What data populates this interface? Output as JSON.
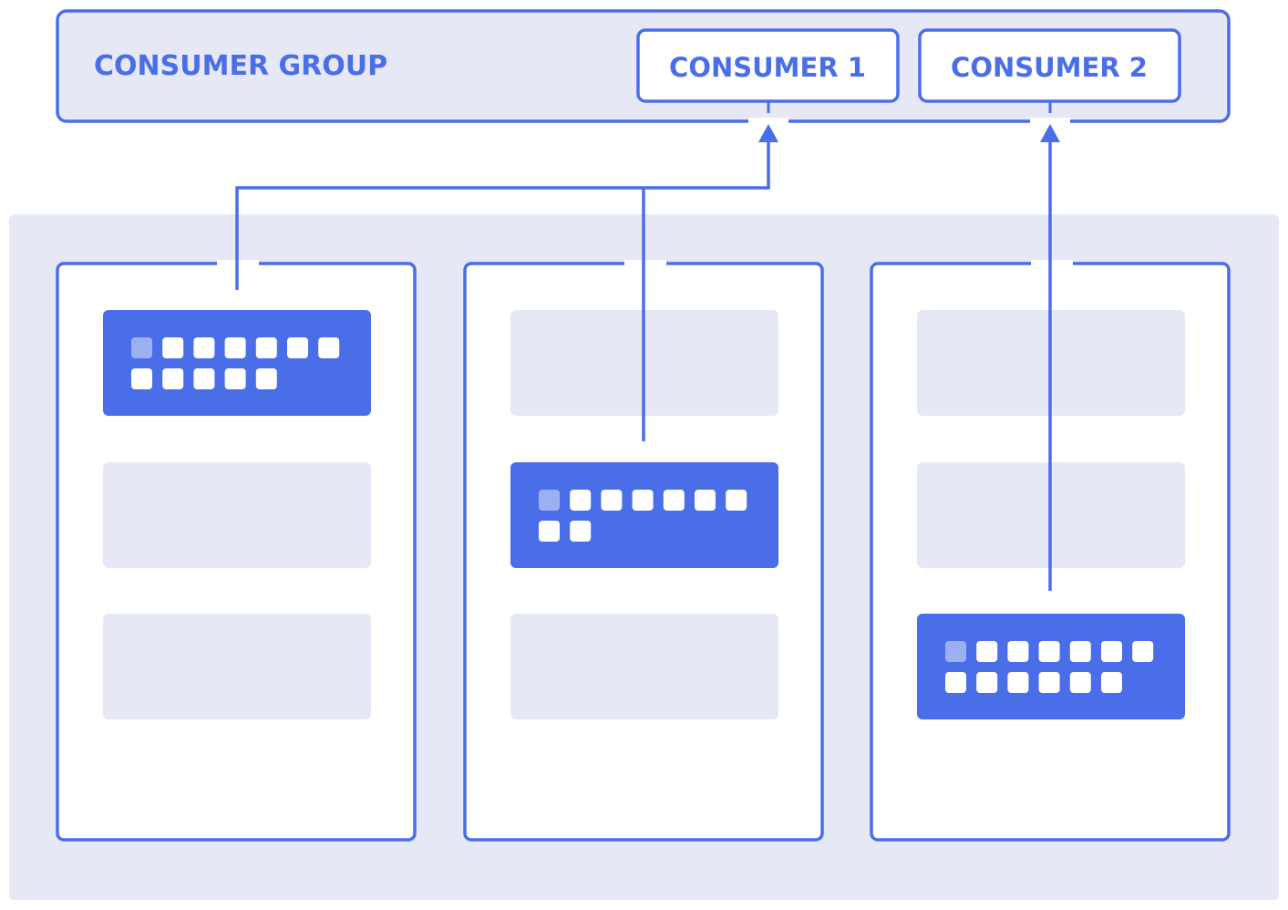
{
  "consumer_group": {
    "label": "CONSUMER GROUP",
    "consumers": [
      {
        "label": "CONSUMER 1"
      },
      {
        "label": "CONSUMER 2"
      }
    ]
  },
  "colors": {
    "primary": "#4A6EE8",
    "panel_bg": "#E6E8F5",
    "slot_bg": "#E6E8F5",
    "partition_bg": "#FFFFFF",
    "block_cell": "#FFFFFF",
    "block_cell_first": "#9AB0F2"
  },
  "partitions": [
    {
      "segments": [
        {
          "type": "active",
          "rows": [
            7,
            5
          ]
        },
        {
          "type": "empty"
        },
        {
          "type": "empty"
        }
      ]
    },
    {
      "segments": [
        {
          "type": "empty"
        },
        {
          "type": "active",
          "rows": [
            7,
            2
          ]
        },
        {
          "type": "empty"
        }
      ]
    },
    {
      "segments": [
        {
          "type": "empty"
        },
        {
          "type": "empty"
        },
        {
          "type": "active",
          "rows": [
            7,
            6
          ]
        }
      ]
    }
  ],
  "connections": [
    {
      "from_partition": 0,
      "to_consumer": 0
    },
    {
      "from_partition": 1,
      "to_consumer": 0
    },
    {
      "from_partition": 2,
      "to_consumer": 1
    }
  ]
}
